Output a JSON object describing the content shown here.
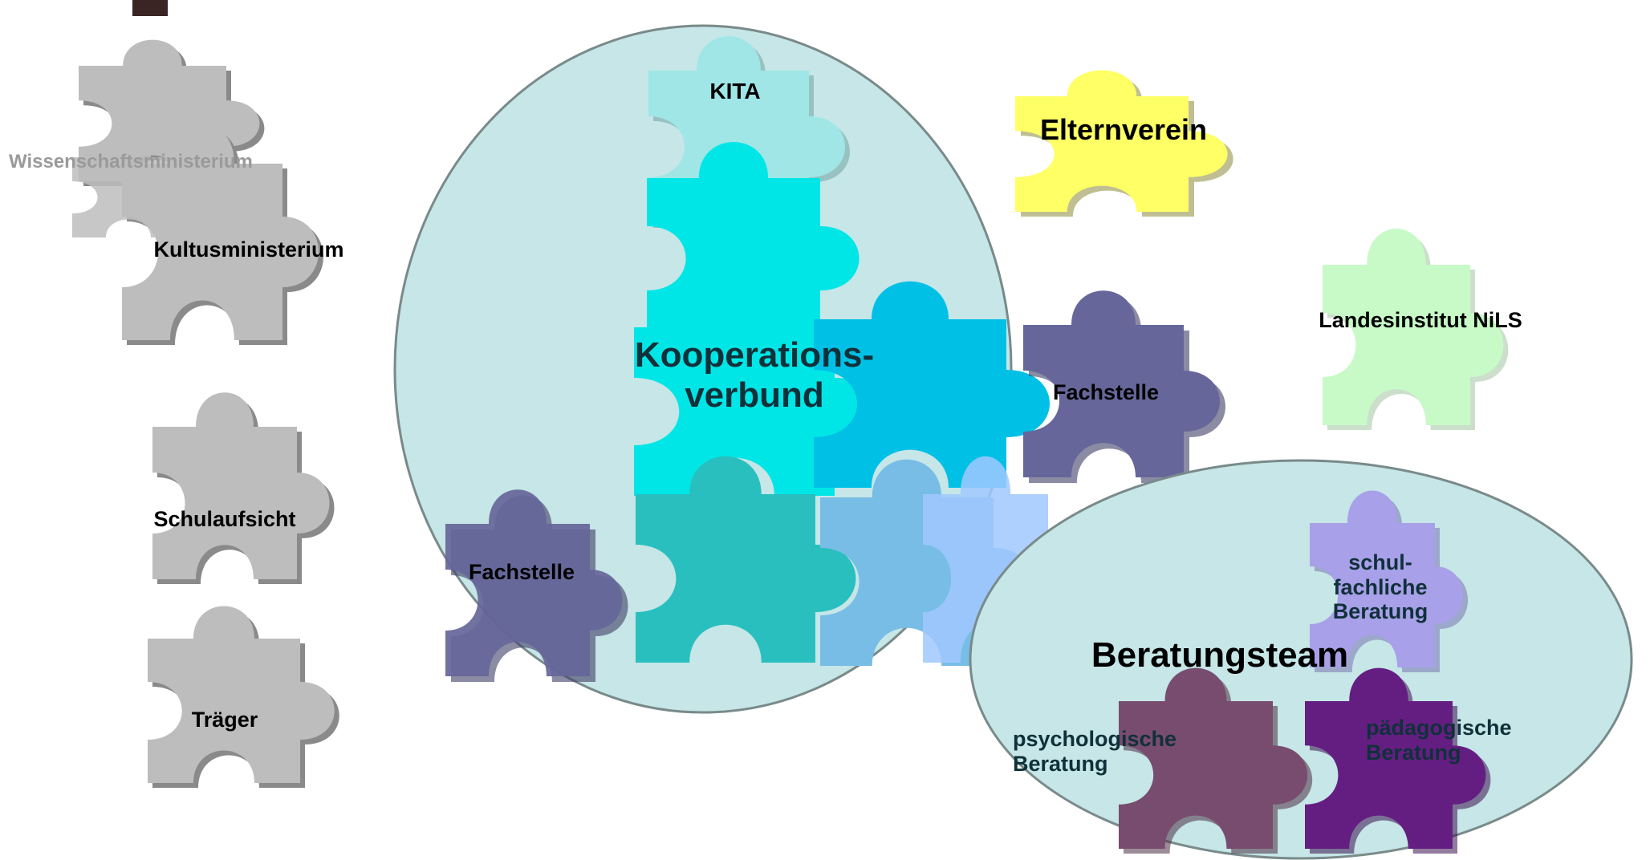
{
  "colors": {
    "gray_piece": "#bdbdbd",
    "gray_shadow": "#8a8a8a",
    "ellipse_fill": "#c6e6e7",
    "ellipse_stroke": "#7a8a8a",
    "kita": "#a0e6e6",
    "turquoise": "#00e6e6",
    "teal": "#2abfbf",
    "cyan_blue": "#00c0e6",
    "sky_blue": "#78bde6",
    "light_blue": "#a0c8ff",
    "slate_purple": "#66669a",
    "yellow": "#ffff66",
    "mint": "#c8fac8",
    "lavender": "#a8a0e8",
    "mauve": "#784c6e",
    "violet": "#641e82",
    "dark_corner": "#3a2424"
  },
  "labels": {
    "wissenschaftsministerium": "Wissenschaftsministerium",
    "kultusministerium": "Kultusministerium",
    "schulaufsicht": "Schulaufsicht",
    "traeger": "Träger",
    "kita": "KITA",
    "kooperationsverbund_line1": "Kooperations-",
    "kooperationsverbund_line2": "verbund",
    "elternverein": "Elternverein",
    "landesinstitut": "Landesinstitut NiLS",
    "fachstelle_right": "Fachstelle",
    "fachstelle_left": "Fachstelle",
    "beratungsteam": "Beratungsteam",
    "schulfachliche_line1": "schul-",
    "schulfachliche_line2": "fachliche",
    "schulfachliche_line3": "Beratung",
    "psychologische_line1": "psychologische",
    "psychologische_line2": "Beratung",
    "paedagogische_line1": "pädagogische",
    "paedagogische_line2": "Beratung"
  }
}
